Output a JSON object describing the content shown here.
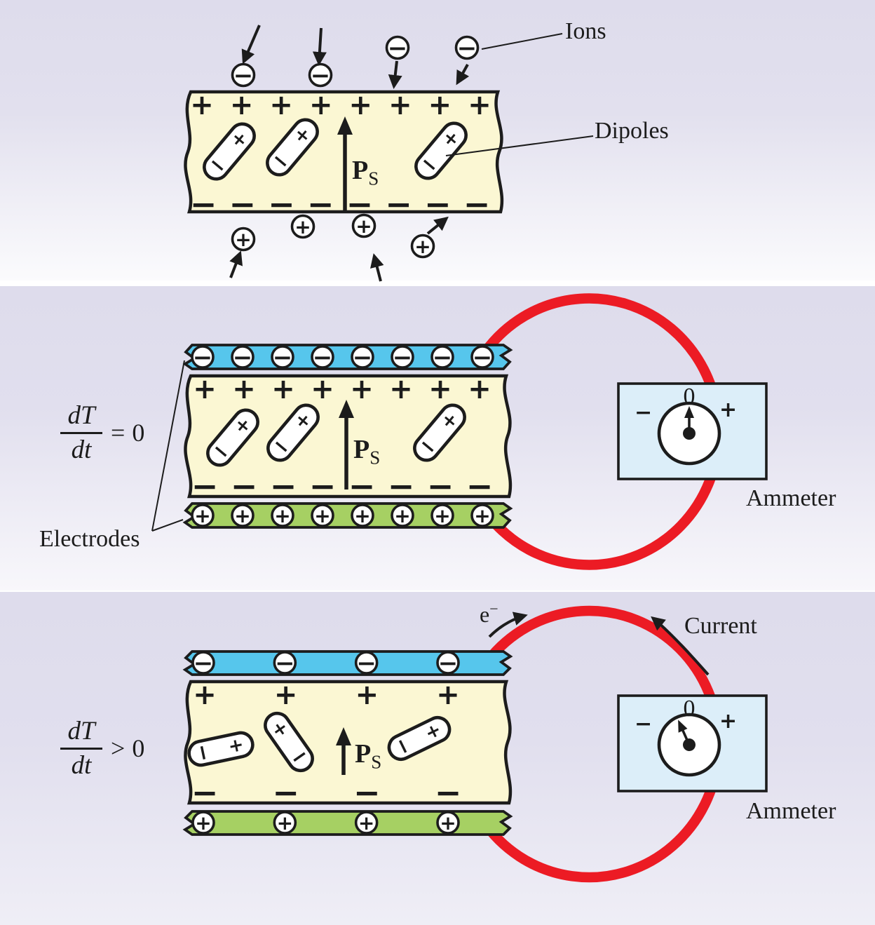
{
  "colors": {
    "outline": "#1c1c1c",
    "material_fill": "#fbf7d3",
    "electrode_top_fill": "#56c6ec",
    "electrode_bottom_fill": "#a6d063",
    "wire_red": "#ec1b24",
    "ammeter_fill": "#dceef9",
    "charge_circle_fill": "#ffffff"
  },
  "panel_top": {
    "ions_label": "Ions",
    "dipoles_label": "Dipoles",
    "polarization": {
      "symbol": "P",
      "subscript": "S"
    },
    "surface": {
      "top_symbol": "+",
      "top_count": 8,
      "bottom_symbol": "−",
      "bottom_count": 8
    },
    "dipoles": {
      "count": 3,
      "plus": "+",
      "minus": "−"
    },
    "ions": {
      "negative_symbol": "−",
      "negative_count": 4,
      "positive_symbol": "+",
      "positive_count": 4
    }
  },
  "panel_middle": {
    "equation": {
      "numerator": "dT",
      "denominator": "dt",
      "relation": "=",
      "value": "0"
    },
    "electrodes_label": "Electrodes",
    "ammeter_label": "Ammeter",
    "meter": {
      "zero": "0",
      "minus": "−",
      "plus": "+",
      "needle_angle_deg": 0
    },
    "top_electrode": {
      "symbol": "−",
      "count": 8
    },
    "bottom_electrode": {
      "symbol": "+",
      "count": 8
    },
    "surface": {
      "top_symbol": "+",
      "top_count": 8,
      "bottom_symbol": "−",
      "bottom_count": 8
    },
    "dipoles": {
      "count": 3,
      "plus": "+",
      "minus": "−"
    },
    "polarization": {
      "symbol": "P",
      "subscript": "S"
    }
  },
  "panel_bottom": {
    "equation": {
      "numerator": "dT",
      "denominator": "dt",
      "relation": ">",
      "value": "0"
    },
    "electron_label": {
      "base": "e",
      "superscript": "−"
    },
    "current_label": "Current",
    "ammeter_label": "Ammeter",
    "meter": {
      "zero": "0",
      "minus": "−",
      "plus": "+",
      "needle_angle_deg": -24
    },
    "top_electrode": {
      "symbol": "−",
      "count": 4
    },
    "bottom_electrode": {
      "symbol": "+",
      "count": 4
    },
    "surface": {
      "top_symbol": "+",
      "top_count": 4,
      "bottom_symbol": "−",
      "bottom_count": 4
    },
    "dipoles": {
      "count": 3,
      "plus": "+",
      "minus": "−"
    },
    "polarization": {
      "symbol": "P",
      "subscript": "S"
    }
  }
}
